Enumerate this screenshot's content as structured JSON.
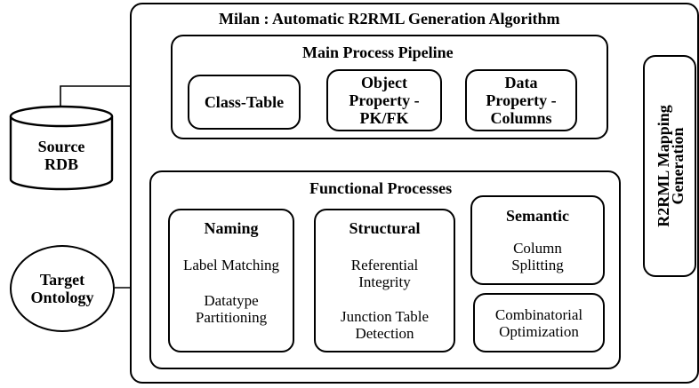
{
  "outer_title": "Milan : Automatic R2RML Generation Algorithm",
  "pipeline": {
    "title": "Main Process Pipeline",
    "steps": [
      {
        "label": "Class-Table"
      },
      {
        "label": "Object\nProperty -\nPK/FK"
      },
      {
        "label": "Data\nProperty -\nColumns"
      }
    ]
  },
  "source": {
    "label": "Source\nRDB"
  },
  "target": {
    "label": "Target\nOntology"
  },
  "output": {
    "label": "R2RML Mapping\nGeneration"
  },
  "functional": {
    "title": "Functional Processes",
    "naming": {
      "title": "Naming",
      "items": [
        "Label Matching",
        "Datatype\nPartitioning"
      ]
    },
    "structural": {
      "title": "Structural",
      "items": [
        "Referential\nIntegrity",
        "Junction Table\nDetection"
      ]
    },
    "semantic": {
      "title": "Semantic",
      "items": [
        "Column\nSplitting"
      ]
    },
    "combinatorial": {
      "label": "Combinatorial\nOptimization"
    }
  }
}
